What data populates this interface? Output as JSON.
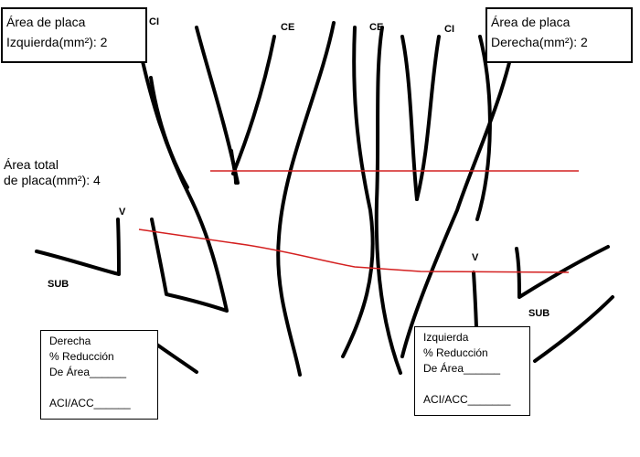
{
  "colors": {
    "vessel": "#000000",
    "measure_line": "#d42020",
    "background": "#ffffff"
  },
  "top_left_box": {
    "line1": "Área de placa",
    "line2": "Izquierda(mm²): 2"
  },
  "top_right_box": {
    "line1": "Área de placa",
    "line2": "Derecha(mm²): 2"
  },
  "total_area": {
    "line1": "Área total",
    "line2": "de placa(mm²): 4"
  },
  "vessel_labels": {
    "ci_left": "CI",
    "ce_left": "CE",
    "ce_right": "CE",
    "ci_right": "CI",
    "v_left": "V",
    "v_right": "V",
    "sub_left": "SUB",
    "sub_right": "SUB"
  },
  "right_form": {
    "title": "Derecha",
    "reduction": "% Reducción",
    "area": "De Área______",
    "ratio": "ACI/ACC______"
  },
  "left_form": {
    "title": "Izquierda",
    "reduction": "% Reducción",
    "area": "De Área______",
    "ratio": "ACI/ACC_______"
  }
}
